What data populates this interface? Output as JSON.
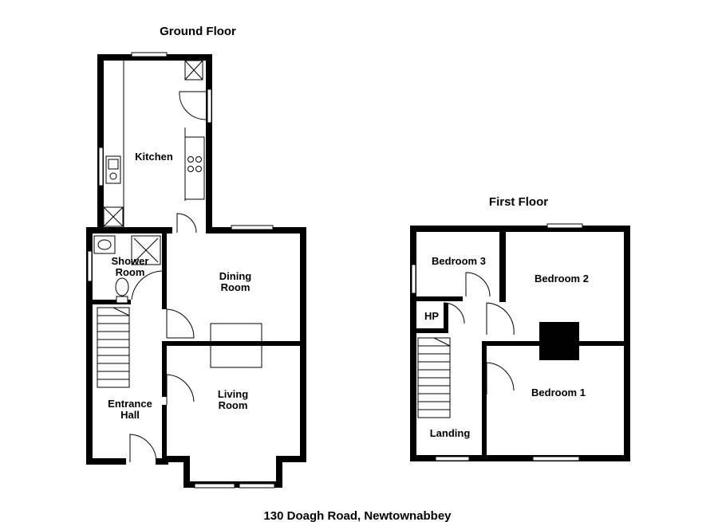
{
  "titles": {
    "ground_floor": "Ground Floor",
    "first_floor": "First Floor",
    "address": "130 Doagh Road, Newtownabbey"
  },
  "ground_rooms": {
    "kitchen": "Kitchen",
    "shower_1": "Shower",
    "shower_2": "Room",
    "dining_1": "Dining",
    "dining_2": "Room",
    "living_1": "Living",
    "living_2": "Room",
    "hall_1": "Entrance",
    "hall_2": "Hall"
  },
  "first_rooms": {
    "bedroom3": "Bedroom 3",
    "bedroom2": "Bedroom 2",
    "bedroom1": "Bedroom 1",
    "hp": "HP",
    "landing": "Landing"
  }
}
